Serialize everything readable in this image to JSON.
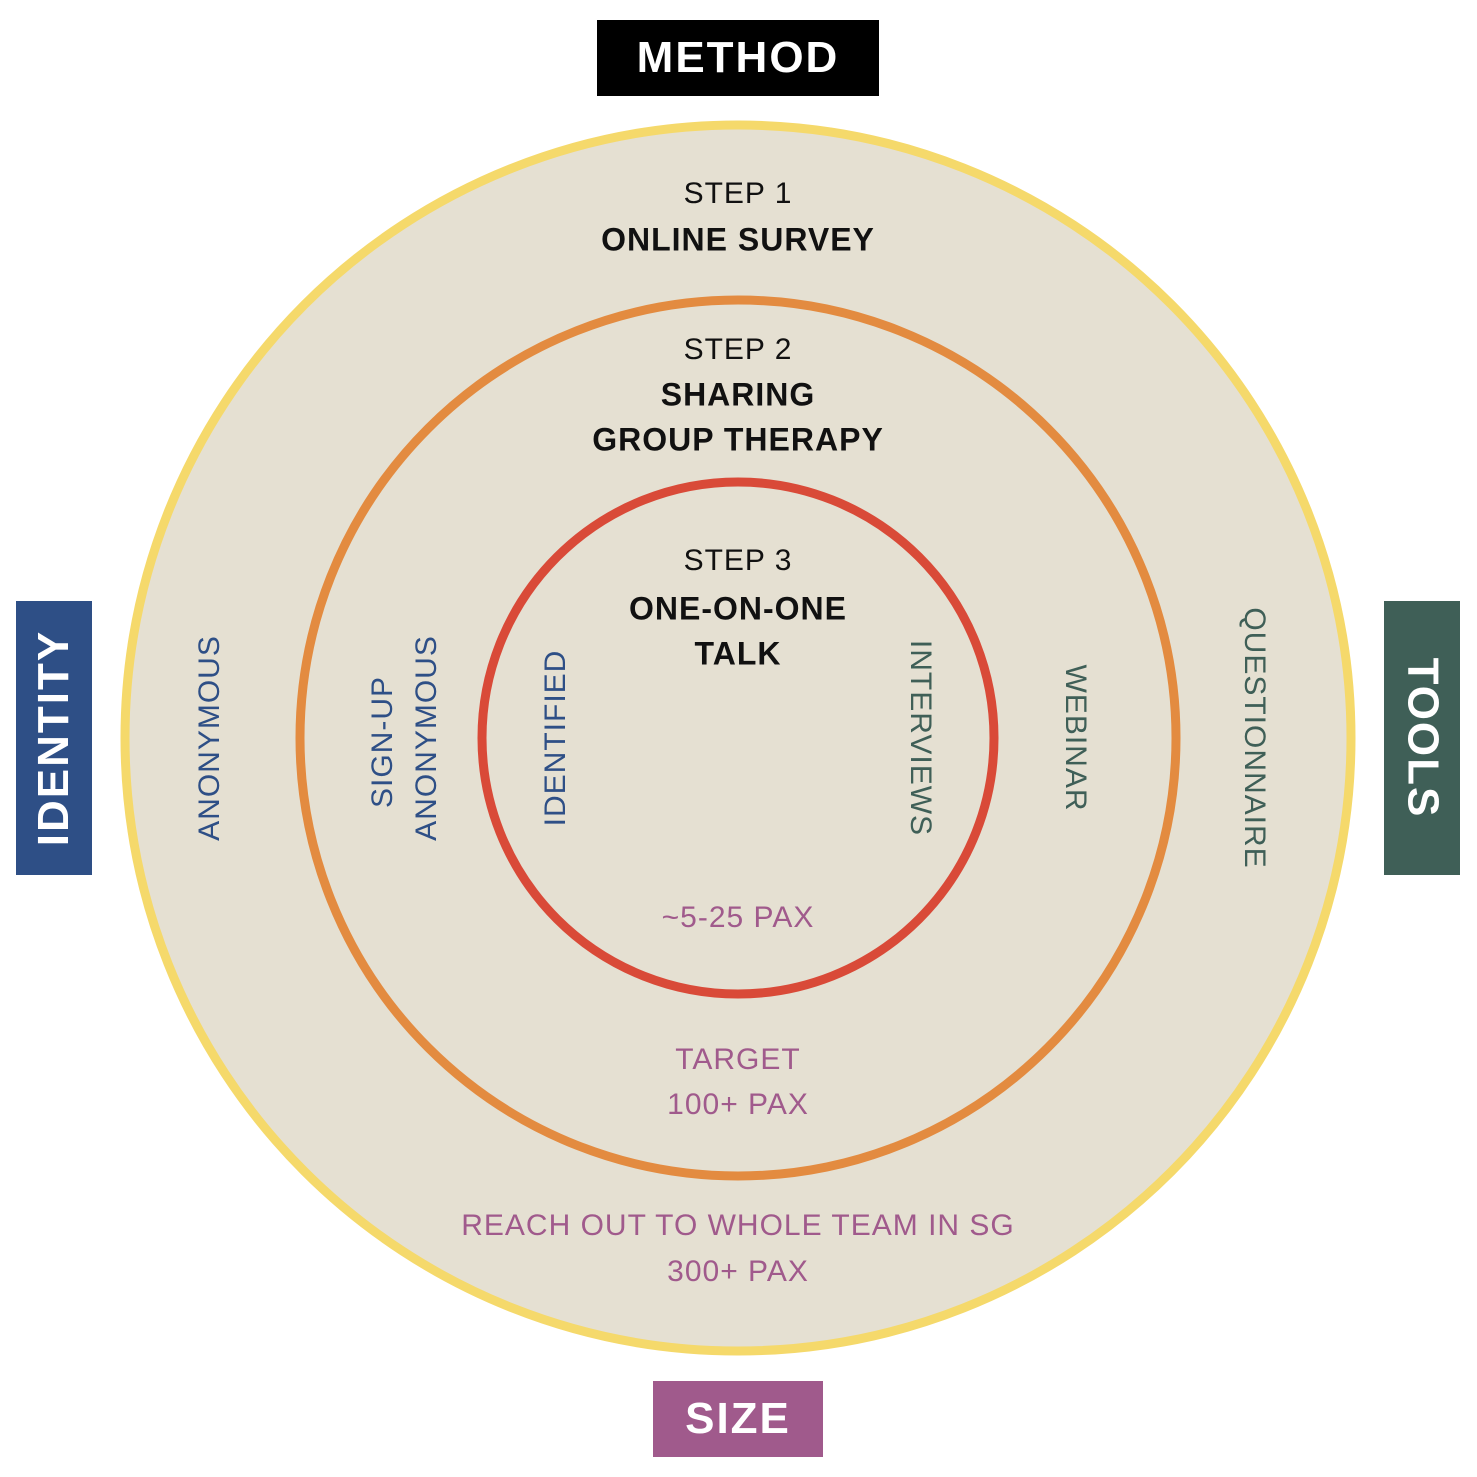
{
  "tags": {
    "method": "METHOD",
    "identity": "IDENTITY",
    "tools": "TOOLS",
    "size": "SIZE"
  },
  "steps": [
    {
      "step": "STEP 1",
      "name": "ONLINE SURVEY"
    },
    {
      "step": "STEP 2",
      "name_line1": "SHARING",
      "name_line2": "GROUP THERAPY"
    },
    {
      "step": "STEP 3",
      "name_line1": "ONE-ON-ONE",
      "name_line2": "TALK"
    }
  ],
  "identity": {
    "outer": "ANONYMOUS",
    "middle_line1": "SIGN-UP",
    "middle_line2": "ANONYMOUS",
    "inner": "IDENTIFIED"
  },
  "tools": {
    "outer": "QUESTIONNAIRE",
    "middle": "WEBINAR",
    "inner": "INTERVIEWS"
  },
  "size": {
    "inner": "~5-25 PAX",
    "middle_line1": "TARGET",
    "middle_line2": "100+ PAX",
    "outer_line1": "REACH OUT TO WHOLE TEAM IN SG",
    "outer_line2": "300+ PAX"
  },
  "colors": {
    "fill": "#e5e0d2",
    "ring_outer": "#f5d96b",
    "ring_middle": "#e38b40",
    "ring_inner": "#d94a38",
    "identity": "#2e4f86",
    "tools": "#3f5f57",
    "size": "#a05a8c",
    "method": "#000000"
  }
}
